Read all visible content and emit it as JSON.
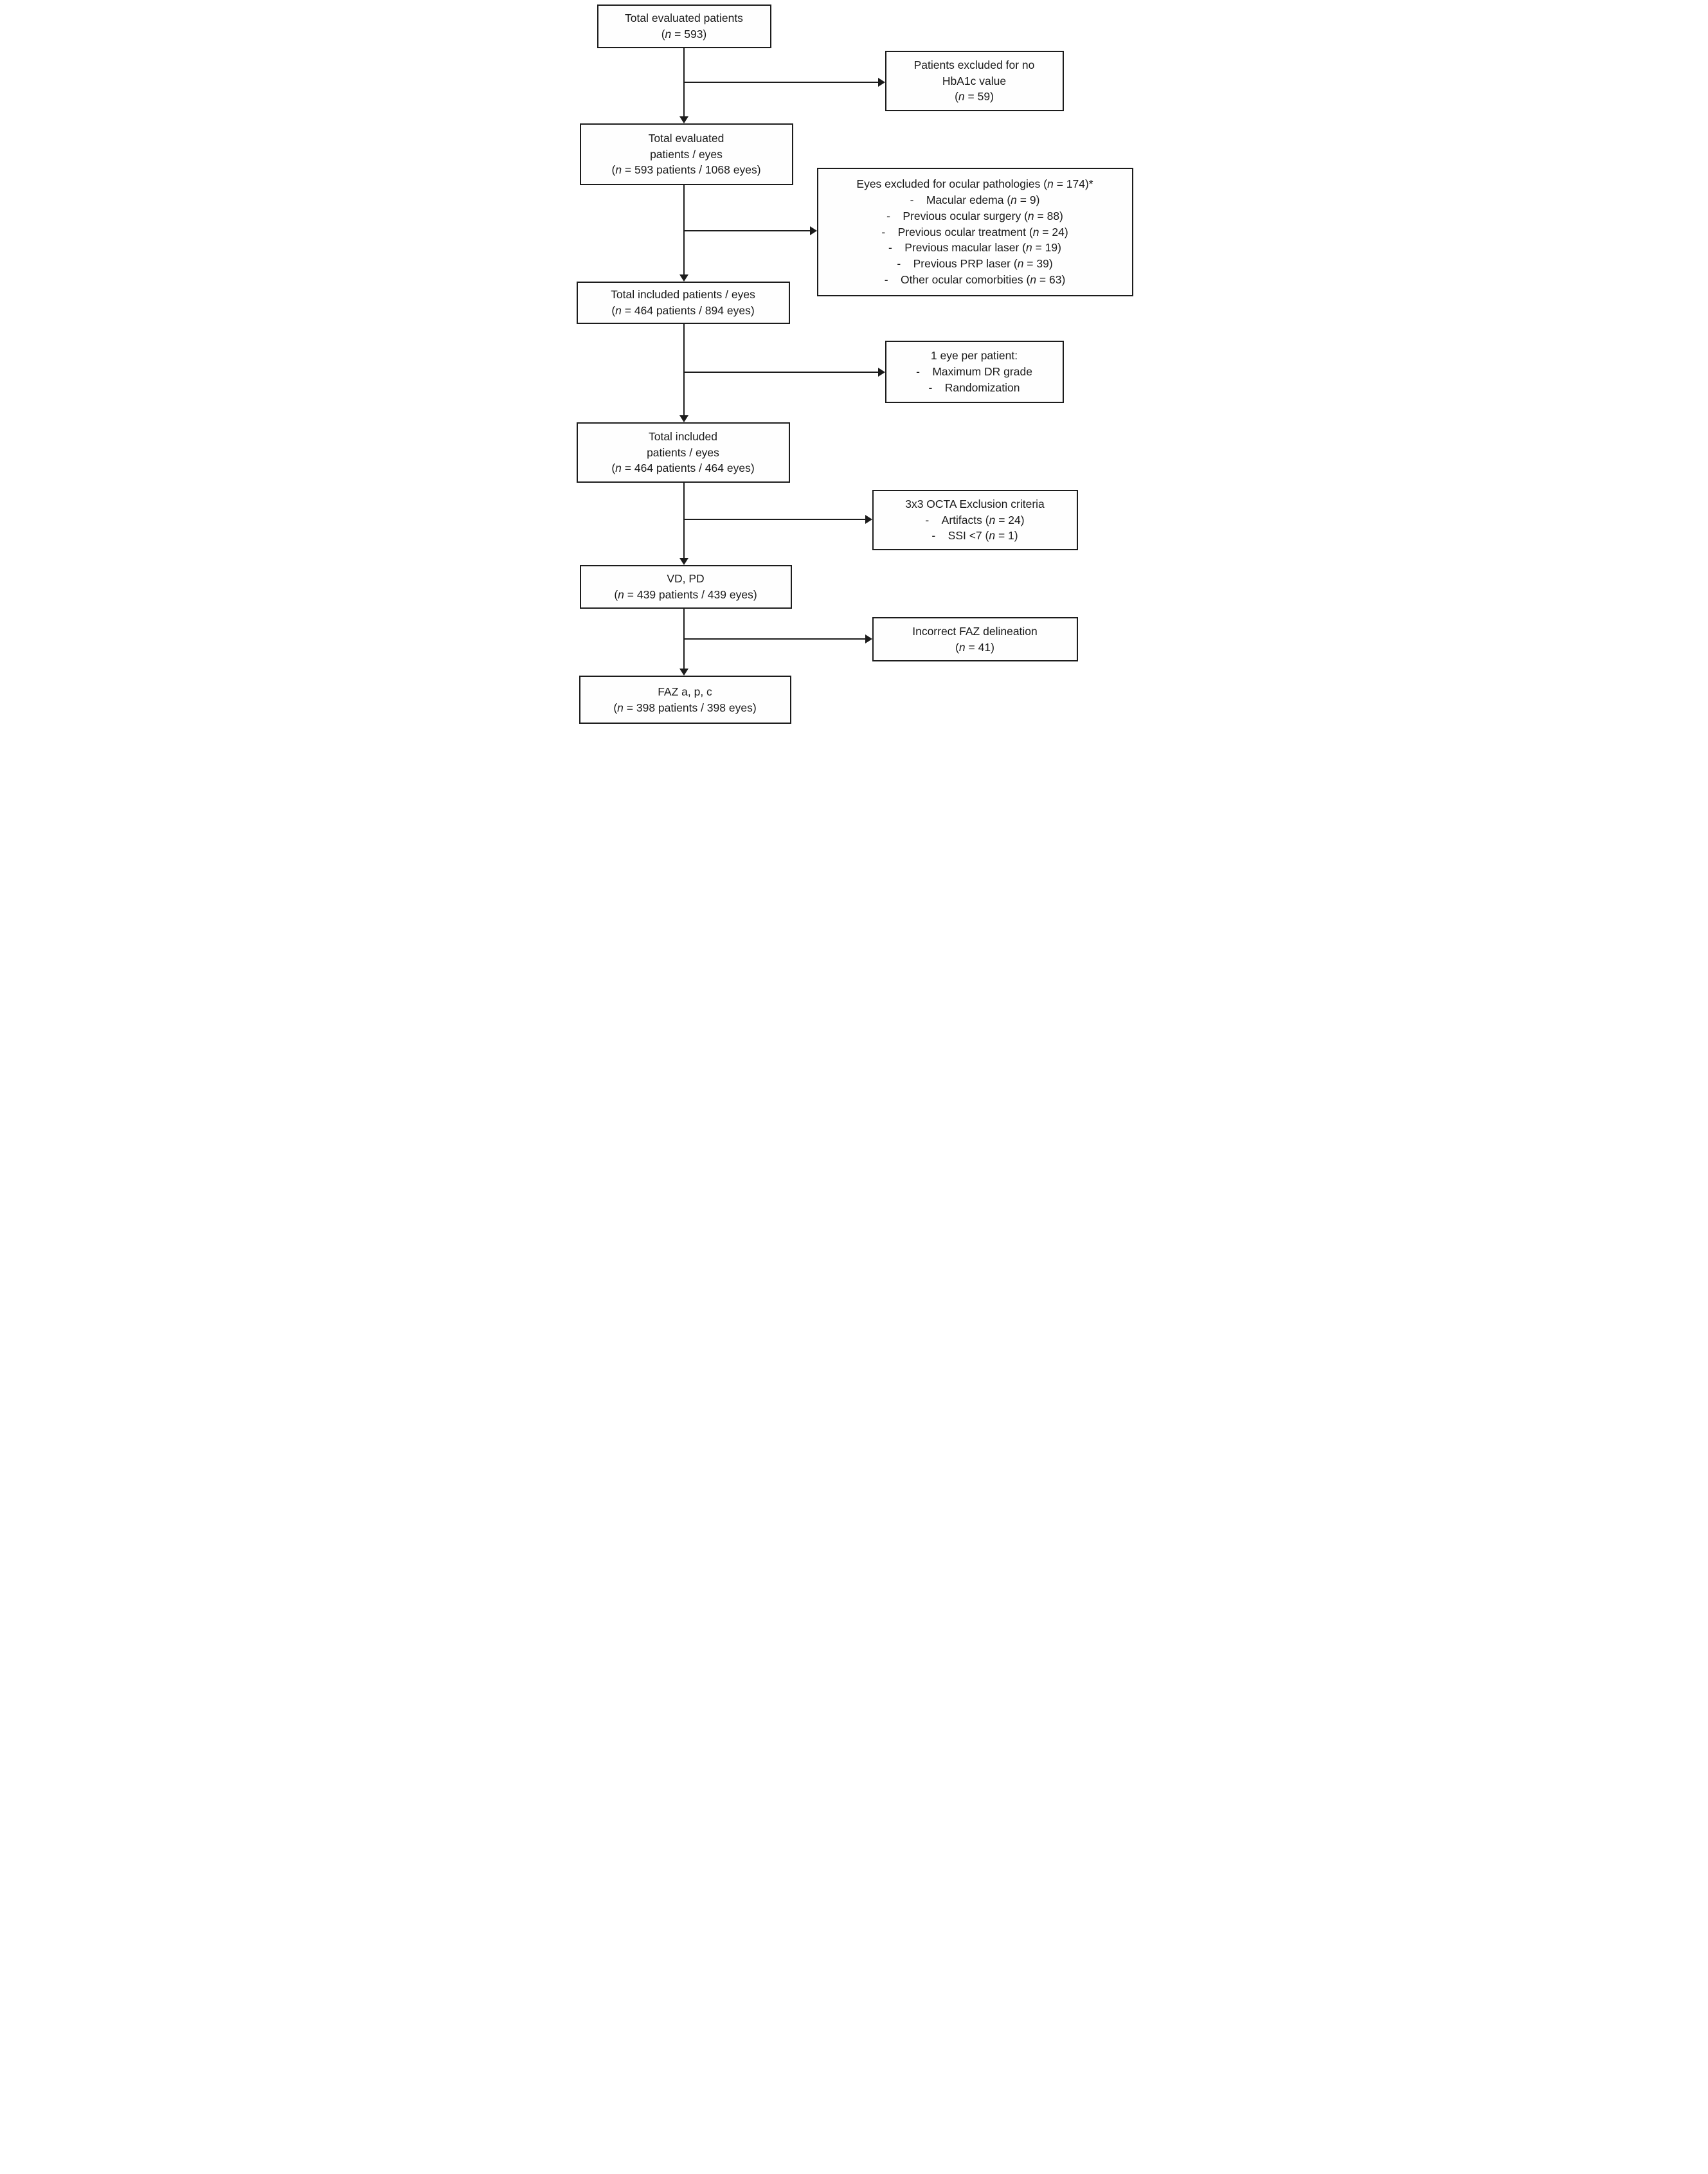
{
  "diagram": {
    "type": "patient-flowchart",
    "line_color": "#1c1c1c",
    "box_background": "#fefefe",
    "nodes": {
      "total_evaluated_patients": {
        "lines": [
          "Total evaluated patients",
          "(n = 593)"
        ]
      },
      "excluded_no_hba1c": {
        "lines": [
          "Patients excluded for no",
          "HbA1c value",
          "(n = 59)"
        ]
      },
      "total_evaluated_patients_eyes": {
        "lines": [
          "Total evaluated",
          "patients / eyes",
          "(n = 593 patients / 1068 eyes)"
        ]
      },
      "eyes_excluded_ocular_pathologies": {
        "lines": [
          "Eyes excluded for ocular pathologies (n = 174)*",
          "- Macular edema (n = 9)",
          "- Previous ocular surgery (n = 88)",
          "- Previous ocular treatment (n = 24)",
          "- Previous macular laser (n = 19)",
          "- Previous PRP laser (n = 39)",
          "- Other ocular comorbities (n = 63)"
        ]
      },
      "total_included_patients_eyes_894": {
        "lines": [
          "Total included patients / eyes",
          "(n = 464 patients / 894 eyes)"
        ]
      },
      "one_eye_per_patient": {
        "lines": [
          "1 eye per patient:",
          "- Maximum DR grade",
          "- Randomization"
        ]
      },
      "total_included_patients_eyes_464": {
        "lines": [
          "Total included",
          "patients / eyes",
          "(n = 464 patients / 464 eyes)"
        ]
      },
      "octa_exclusion_criteria": {
        "lines": [
          "3x3 OCTA Exclusion criteria",
          "- Artifacts (n = 24)",
          "- SSI <7 (n = 1)"
        ]
      },
      "vd_pd": {
        "lines": [
          "VD, PD",
          "(n = 439 patients / 439 eyes)"
        ]
      },
      "incorrect_faz_delineation": {
        "lines": [
          "Incorrect FAZ delineation",
          "(n = 41)"
        ]
      },
      "faz_apc": {
        "lines": [
          "FAZ a, p, c",
          "(n = 398 patients / 398 eyes)"
        ]
      }
    },
    "edges": [
      {
        "from": "total_evaluated_patients",
        "to": "total_evaluated_patients_eyes"
      },
      {
        "from": "total_evaluated_patients",
        "to": "excluded_no_hba1c",
        "branch": true
      },
      {
        "from": "total_evaluated_patients_eyes",
        "to": "total_included_patients_eyes_894"
      },
      {
        "from": "total_evaluated_patients_eyes",
        "to": "eyes_excluded_ocular_pathologies",
        "branch": true
      },
      {
        "from": "total_included_patients_eyes_894",
        "to": "total_included_patients_eyes_464"
      },
      {
        "from": "total_included_patients_eyes_894",
        "to": "one_eye_per_patient",
        "branch": true
      },
      {
        "from": "total_included_patients_eyes_464",
        "to": "vd_pd"
      },
      {
        "from": "total_included_patients_eyes_464",
        "to": "octa_exclusion_criteria",
        "branch": true
      },
      {
        "from": "vd_pd",
        "to": "faz_apc"
      },
      {
        "from": "vd_pd",
        "to": "incorrect_faz_delineation",
        "branch": true
      }
    ]
  }
}
